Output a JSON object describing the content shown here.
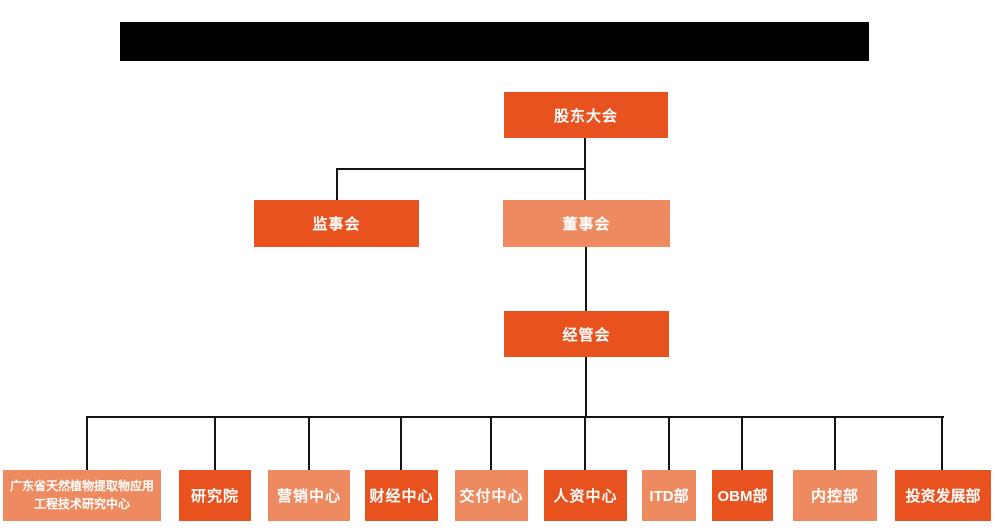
{
  "diagram": {
    "type": "org-chart",
    "title_bar": {
      "redacted": true,
      "text": ""
    },
    "colors": {
      "primary": "#E8521F",
      "secondary": "#EE8A60",
      "line": "#141414",
      "redacted_bar": "#000000",
      "background": "#ffffff",
      "node_text": "#ffffff"
    },
    "levels": {
      "root": {
        "label": "股东大会"
      },
      "supervisory": {
        "label": "监事会"
      },
      "board": {
        "label": "董事会"
      },
      "management": {
        "label": "经管会"
      }
    },
    "children": [
      {
        "label": "广东省天然植物提取物应用工程技术研究中心"
      },
      {
        "label": "研究院"
      },
      {
        "label": "营销中心"
      },
      {
        "label": "财经中心"
      },
      {
        "label": "交付中心"
      },
      {
        "label": "人资中心"
      },
      {
        "label": "ITD部"
      },
      {
        "label": "OBM部"
      },
      {
        "label": "内控部"
      },
      {
        "label": "投资发展部"
      }
    ]
  }
}
